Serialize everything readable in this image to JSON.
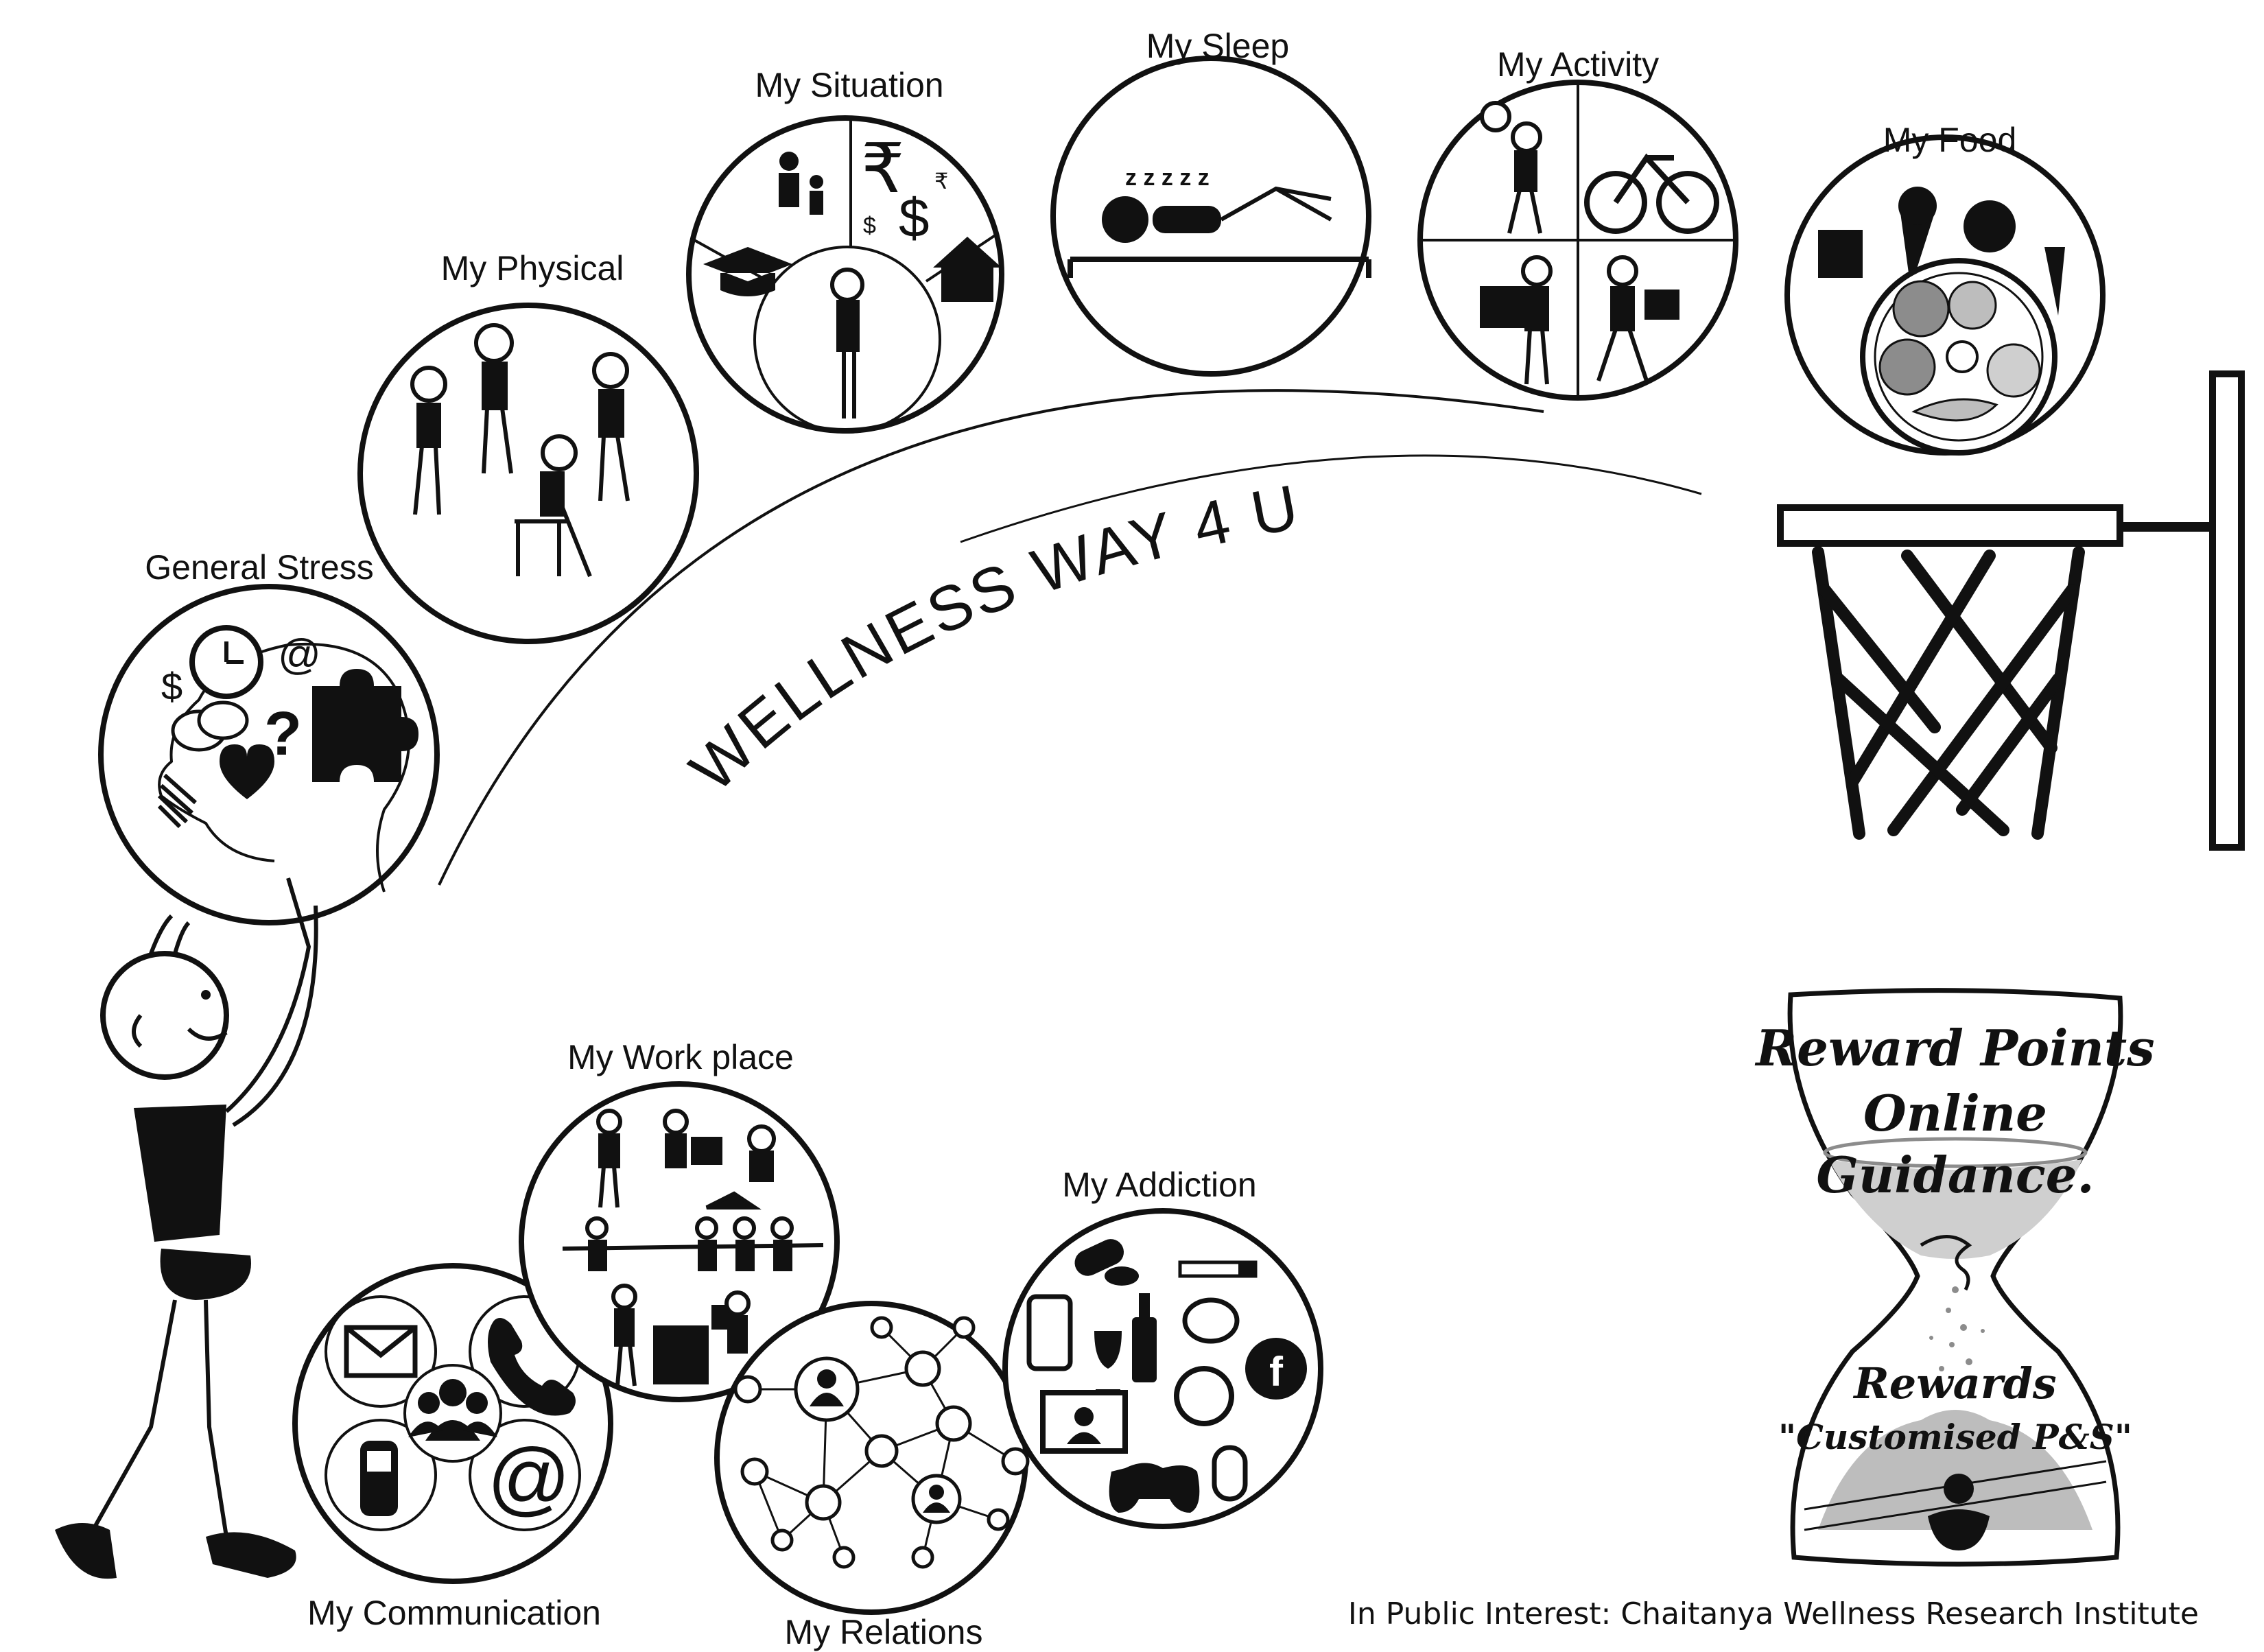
{
  "title": "WELLNESS WAY 4 U",
  "sections": {
    "general_stress": "General Stress",
    "physical": "My Physical",
    "situation": "My Situation",
    "sleep": "My Sleep",
    "activity": "My Activity",
    "food": "My Food",
    "workplace": "My Work place",
    "addiction": "My Addiction",
    "communication": "My Communication",
    "relations": "My Relations"
  },
  "hourglass": {
    "line1": "Reward Points",
    "line2": "Online",
    "line3": "Guidance.",
    "line4": "Rewards",
    "line5": "\"Customised P&S\""
  },
  "footer": "In Public Interest: Chaitanya Wellness Research Institute",
  "colors": {
    "ink": "#111111",
    "grey": "#8c8c8c",
    "light_grey": "#cfcfcf"
  }
}
